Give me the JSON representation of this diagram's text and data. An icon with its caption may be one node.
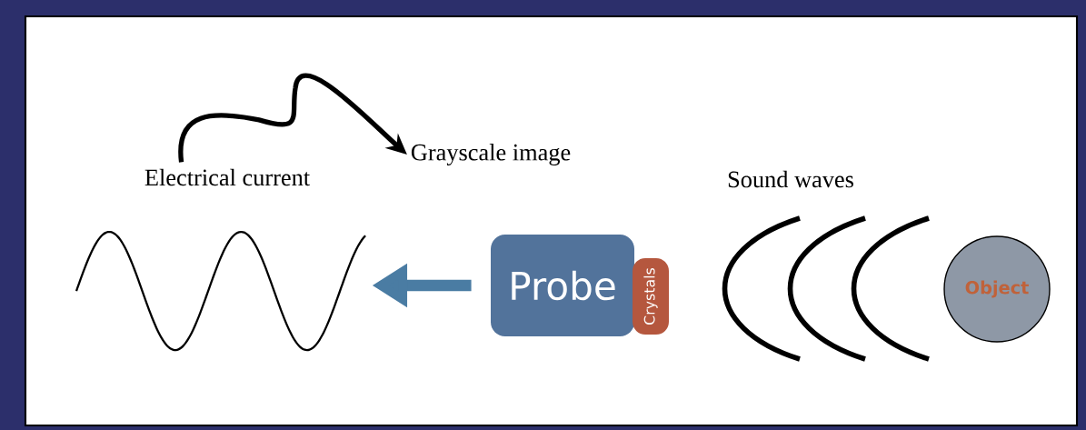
{
  "diagram": {
    "nodes": [
      {
        "text": [
          "Electrical current"
        ]
      },
      {
        "text": [
          "Grayscale image"
        ]
      },
      {
        "text": [],
        "shape": "picture"
      },
      {
        "text": [
          "Probe"
        ]
      },
      {
        "text": [
          "Crystals"
        ]
      },
      {
        "text": [
          "Object"
        ]
      }
    ],
    "edges": [
      {
        "from": 0,
        "to": 1,
        "arrow": "to"
      },
      {
        "from": 3,
        "to": 2,
        "arrow": "to",
        "style": "thick",
        "color": "#4a7ca3"
      }
    ],
    "labels": [
      "Sound waves"
    ]
  }
}
